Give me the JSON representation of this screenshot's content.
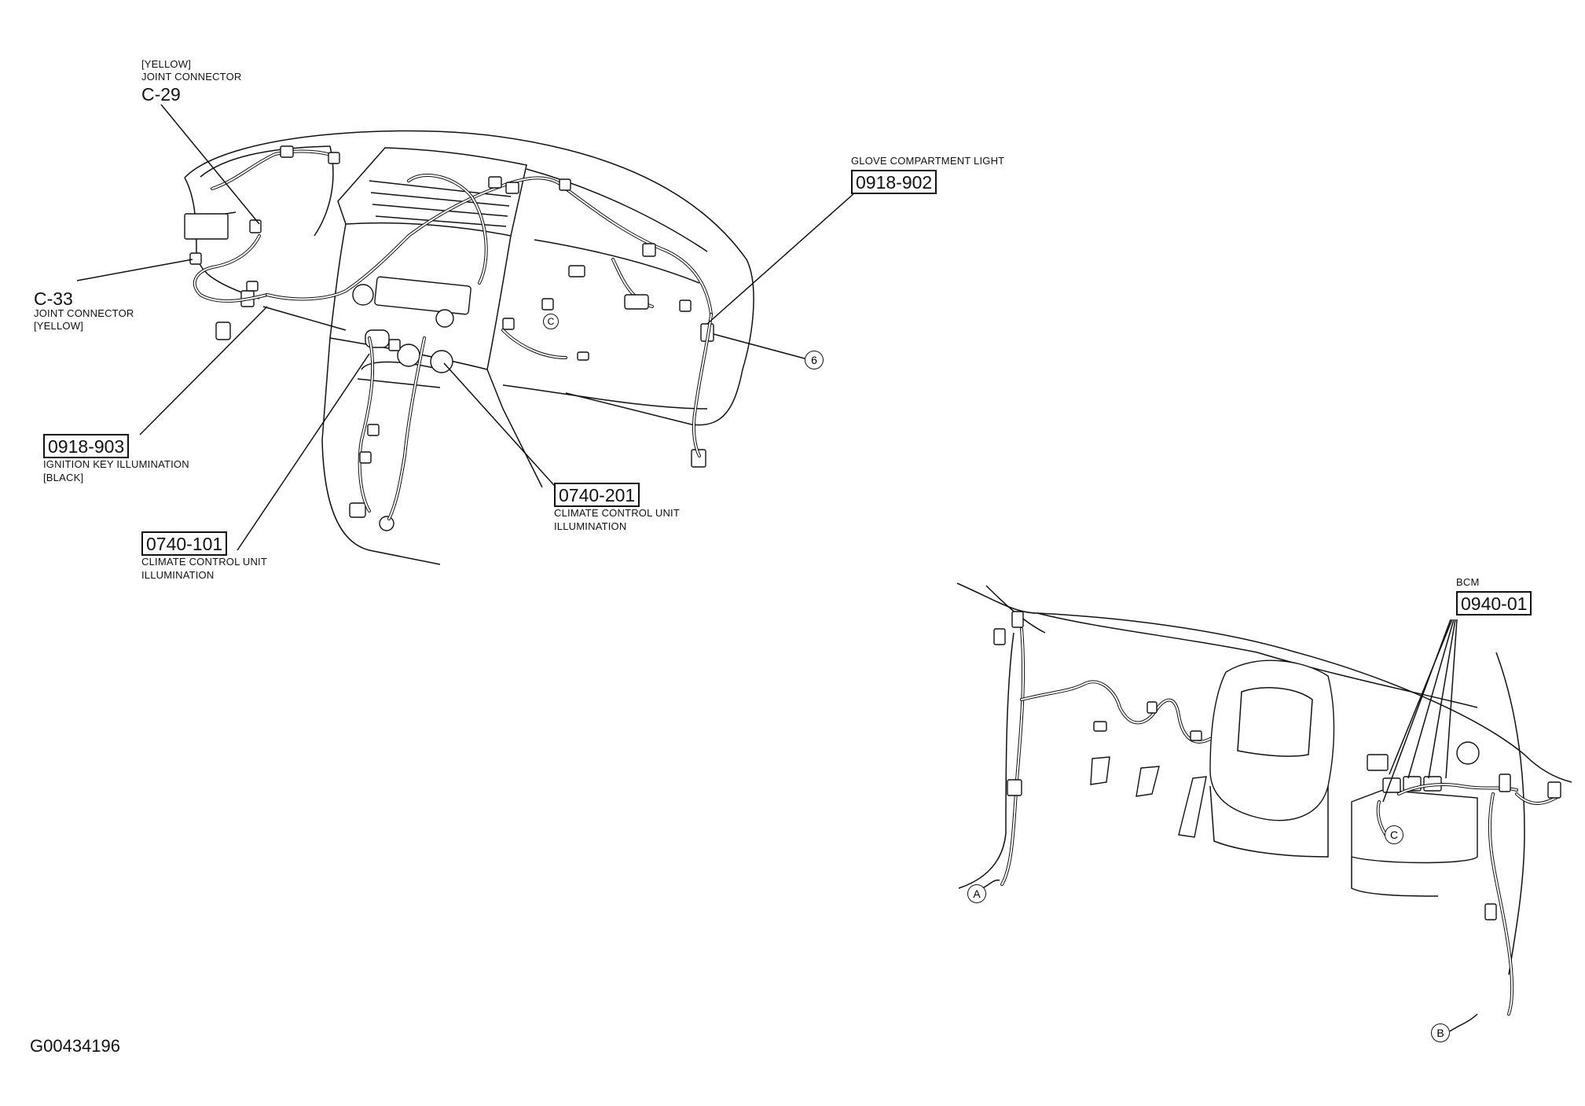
{
  "top_diagram": {
    "c29": {
      "color": "[YELLOW]",
      "name": "JOINT CONNECTOR",
      "code": "C-29"
    },
    "c33": {
      "code": "C-33",
      "name": "JOINT CONNECTOR",
      "color": "[YELLOW]"
    },
    "glove_light": {
      "name": "GLOVE COMPARTMENT LIGHT",
      "code": "0918-902"
    },
    "ignition_key": {
      "code": "0918-903",
      "name": "IGNITION KEY ILLUMINATION",
      "color": "[BLACK]"
    },
    "climate_101": {
      "code": "0740-101",
      "line1": "CLIMATE CONTROL UNIT",
      "line2": "ILLUMINATION"
    },
    "climate_201": {
      "code": "0740-201",
      "line1": "CLIMATE CONTROL UNIT",
      "line2": "ILLUMINATION"
    },
    "marker_6": "6",
    "marker_c": "C"
  },
  "bottom_diagram": {
    "bcm": {
      "name": "BCM",
      "code": "0940-01"
    },
    "marker_a": "A",
    "marker_b": "B",
    "marker_c": "C"
  },
  "figure_id": "G00434196"
}
